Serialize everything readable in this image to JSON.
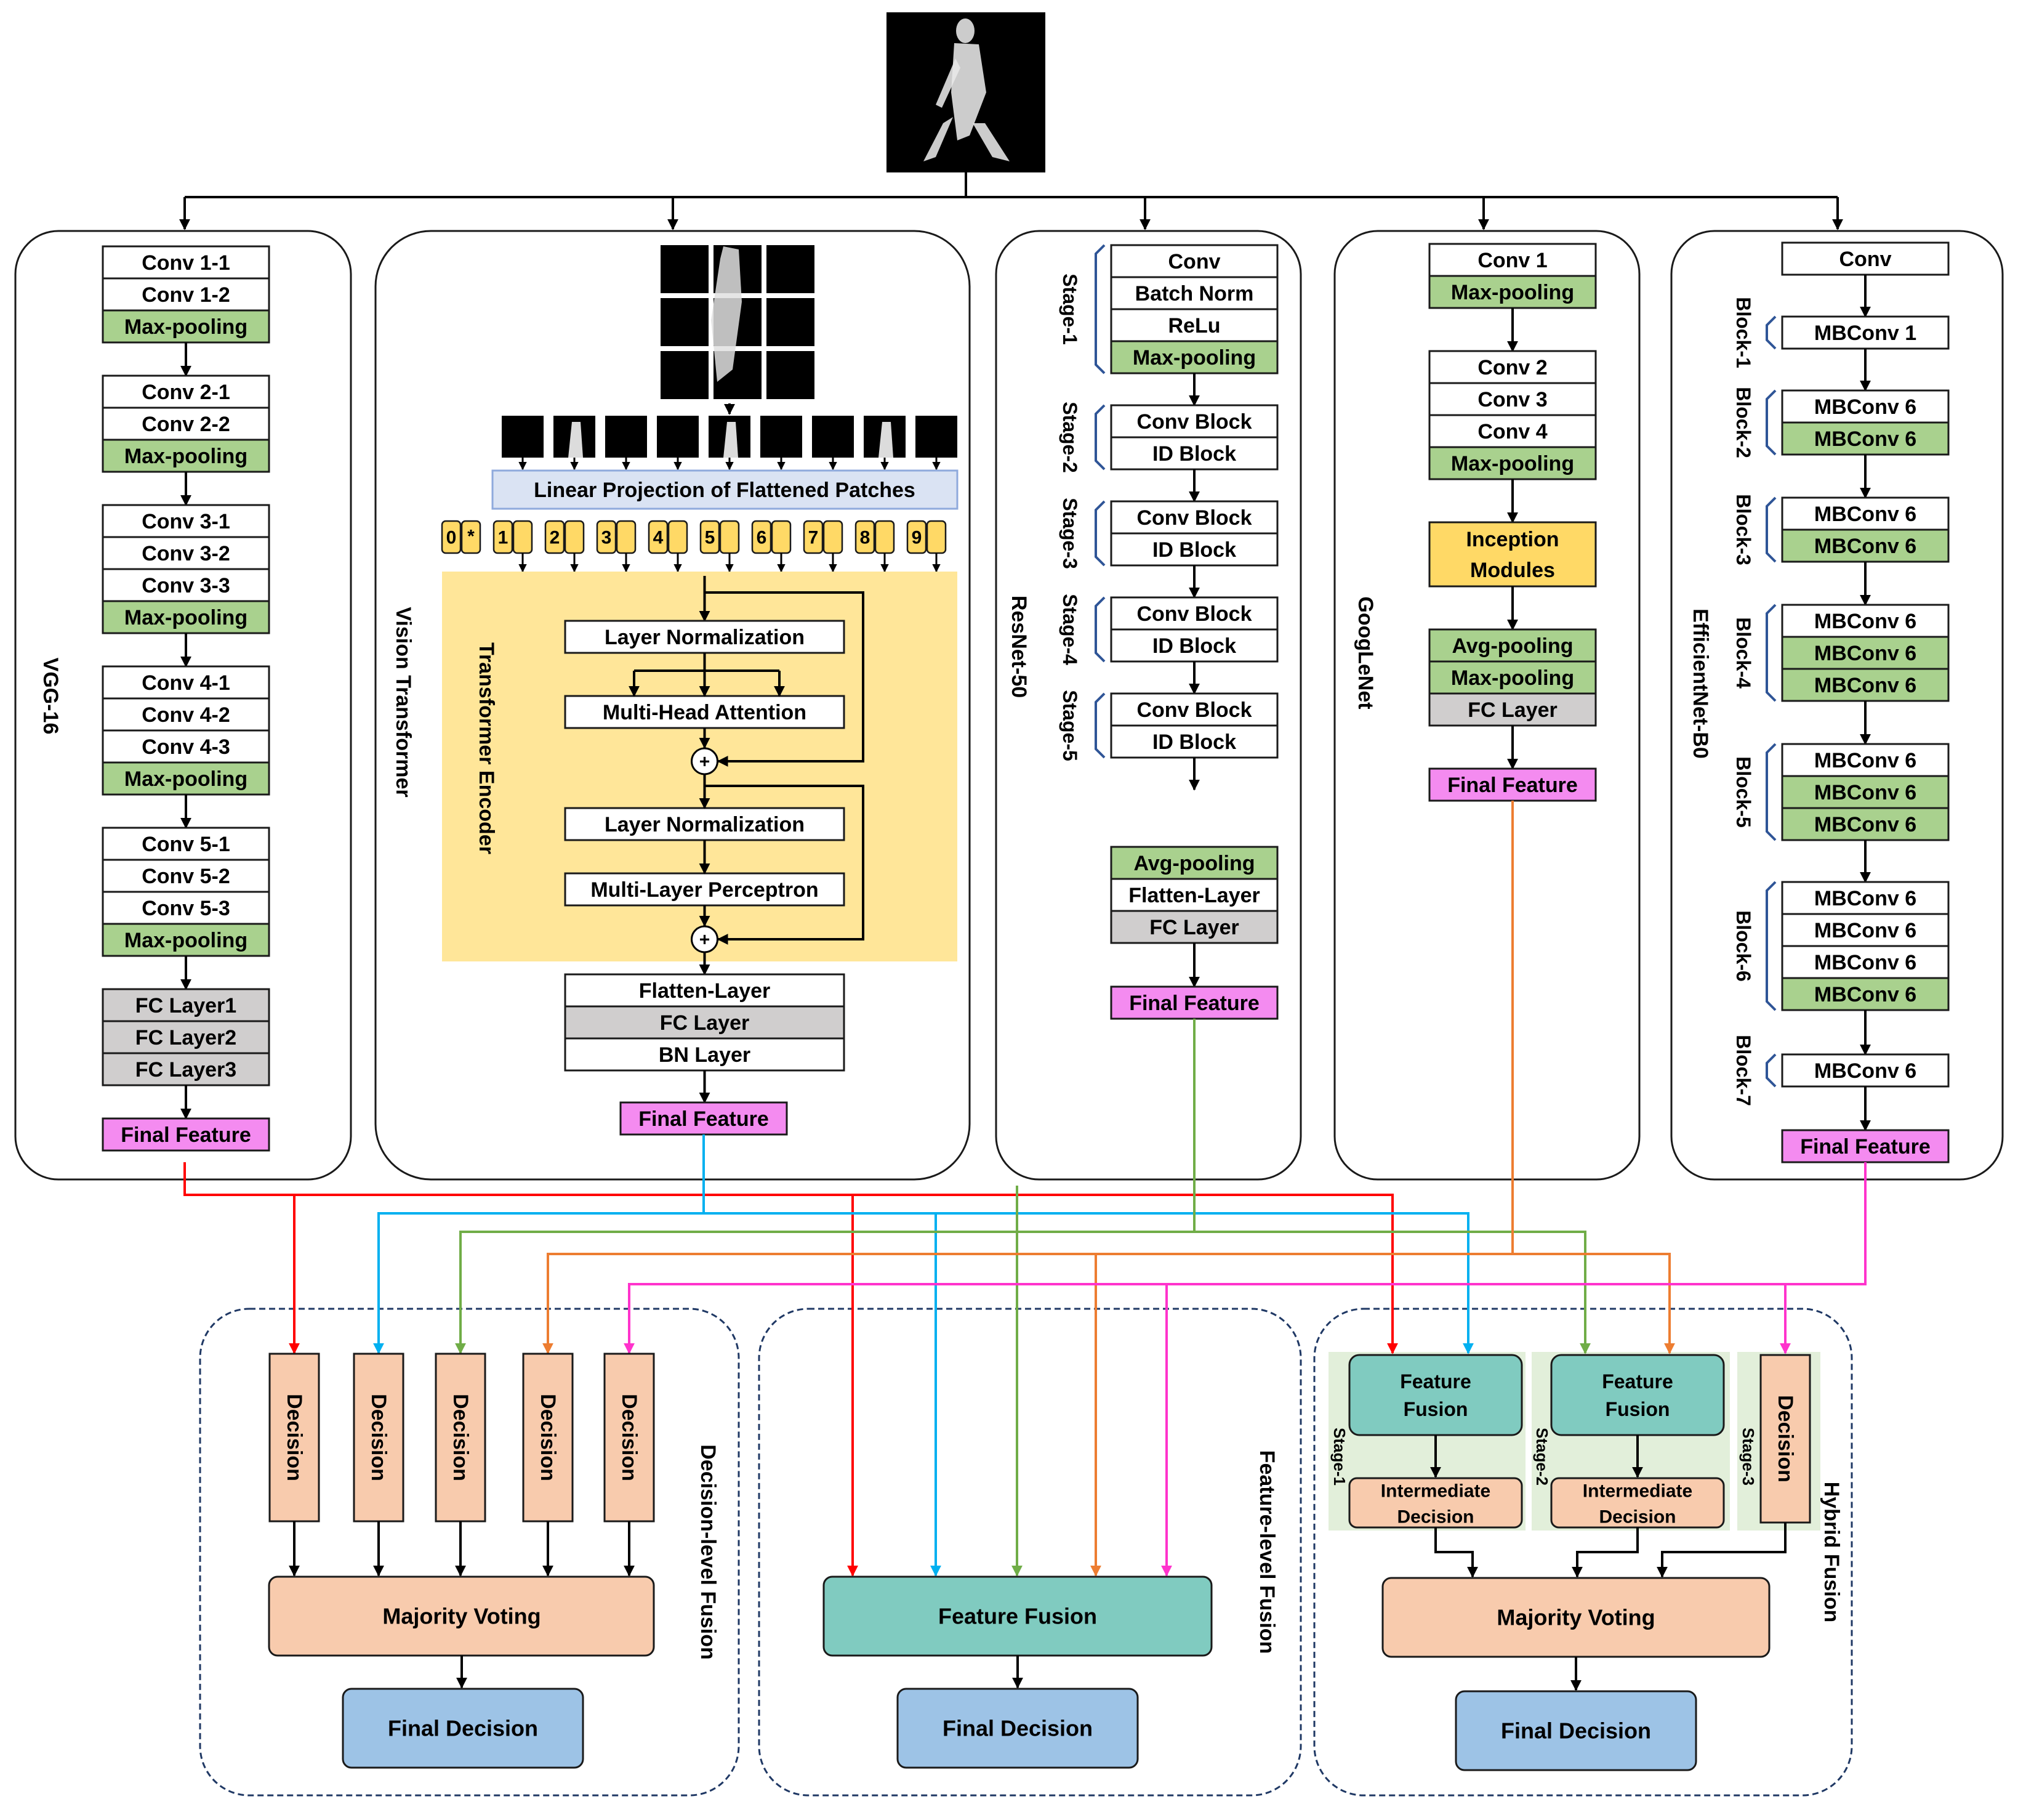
{
  "colors": {
    "white_block": "#ffffff",
    "pool": "#a9d18e",
    "fc": "#d0cece",
    "final": "#f48bf0",
    "attention_bg": "#ffe699",
    "projection": "#dae3f3",
    "token": "#ffd966",
    "decision": "#f8cbad",
    "fusion": "#80cbc0",
    "final_decision": "#9dc3e6",
    "stage_bg": "#e2efda",
    "vgg_line": "#ff0000",
    "vit_line": "#00b0f0",
    "resnet_line": "#70ad47",
    "googlenet_line": "#ed7d31",
    "effnet_line": "#ff33cc",
    "bracket": "#2f5597"
  },
  "input_image": {
    "icon": "walking-silhouette-image"
  },
  "vgg": {
    "title": "VGG-16",
    "blocks": [
      [
        "Conv 1-1",
        "Conv 1-2",
        "Max-pooling"
      ],
      [
        "Conv 2-1",
        "Conv 2-2",
        "Max-pooling"
      ],
      [
        "Conv 3-1",
        "Conv 3-2",
        "Conv 3-3",
        "Max-pooling"
      ],
      [
        "Conv 4-1",
        "Conv 4-2",
        "Conv 4-3",
        "Max-pooling"
      ],
      [
        "Conv 5-1",
        "Conv 5-2",
        "Conv 5-3",
        "Max-pooling"
      ],
      [
        "FC Layer1",
        "FC Layer2",
        "FC Layer3"
      ]
    ],
    "final": "Final Feature"
  },
  "vit": {
    "title": "Vision Transformer",
    "projection": "Linear Projection of Flattened Patches",
    "tokens": [
      "0",
      "1",
      "2",
      "3",
      "4",
      "5",
      "6",
      "7",
      "8",
      "9"
    ],
    "cls_marker": "*",
    "encoder_title": "Transformer Encoder",
    "encoder_layers": [
      "Layer Normalization",
      "Multi-Head Attention",
      "Layer Normalization",
      "Multi-Layer Perceptron"
    ],
    "add_symbol": "+",
    "head": [
      "Flatten-Layer",
      "FC Layer",
      "BN Layer"
    ],
    "final": "Final Feature"
  },
  "resnet": {
    "title": "ResNet-50",
    "stages": [
      {
        "label": "Stage-1",
        "layers": [
          "Conv",
          "Batch Norm",
          "ReLu",
          "Max-pooling"
        ]
      },
      {
        "label": "Stage-2",
        "layers": [
          "Conv Block",
          "ID Block"
        ]
      },
      {
        "label": "Stage-3",
        "layers": [
          "Conv Block",
          "ID Block"
        ]
      },
      {
        "label": "Stage-4",
        "layers": [
          "Conv Block",
          "ID Block"
        ]
      },
      {
        "label": "Stage-5",
        "layers": [
          "Conv Block",
          "ID Block"
        ]
      }
    ],
    "head": [
      "Avg-pooling",
      "Flatten-Layer",
      "FC Layer"
    ],
    "final": "Final Feature"
  },
  "googlenet": {
    "title": "GoogLeNet",
    "blocks": [
      [
        "Conv 1",
        "Max-pooling"
      ],
      [
        "Conv 2",
        "Conv 3",
        "Conv 4",
        "Max-pooling"
      ],
      [
        "Inception",
        "Modules"
      ],
      [
        "Avg-pooling",
        "Max-pooling",
        "FC Layer"
      ]
    ],
    "final": "Final Feature"
  },
  "effnet": {
    "title": "EfficientNet-B0",
    "conv": "Conv",
    "blocks": [
      {
        "label": "Block-1",
        "layers": [
          "MBConv 1"
        ]
      },
      {
        "label": "Block-2",
        "layers": [
          "MBConv 6",
          "MBConv 6"
        ]
      },
      {
        "label": "Block-3",
        "layers": [
          "MBConv 6",
          "MBConv 6"
        ]
      },
      {
        "label": "Block-4",
        "layers": [
          "MBConv 6",
          "MBConv 6",
          "MBConv 6"
        ]
      },
      {
        "label": "Block-5",
        "layers": [
          "MBConv 6",
          "MBConv 6",
          "MBConv 6"
        ]
      },
      {
        "label": "Block-6",
        "layers": [
          "MBConv 6",
          "MBConv 6",
          "MBConv 6",
          "MBConv 6"
        ]
      },
      {
        "label": "Block-7",
        "layers": [
          "MBConv 6"
        ]
      }
    ],
    "final": "Final Feature"
  },
  "decision_fusion": {
    "title": "Decision-level Fusion",
    "decision": "Decision",
    "voting": "Majority Voting",
    "final": "Final Decision"
  },
  "feature_fusion": {
    "title": "Feature-level Fusion",
    "fusion": "Feature Fusion",
    "final": "Final Decision"
  },
  "hybrid_fusion": {
    "title": "Hybrid Fusion",
    "stage1": "Stage-1",
    "stage2": "Stage-2",
    "stage3": "Stage-3",
    "fusion_line1": "Feature",
    "fusion_line2": "Fusion",
    "intermediate_line1": "Intermediate",
    "intermediate_line2": "Decision",
    "decision": "Decision",
    "voting": "Majority Voting",
    "final": "Final Decision"
  }
}
